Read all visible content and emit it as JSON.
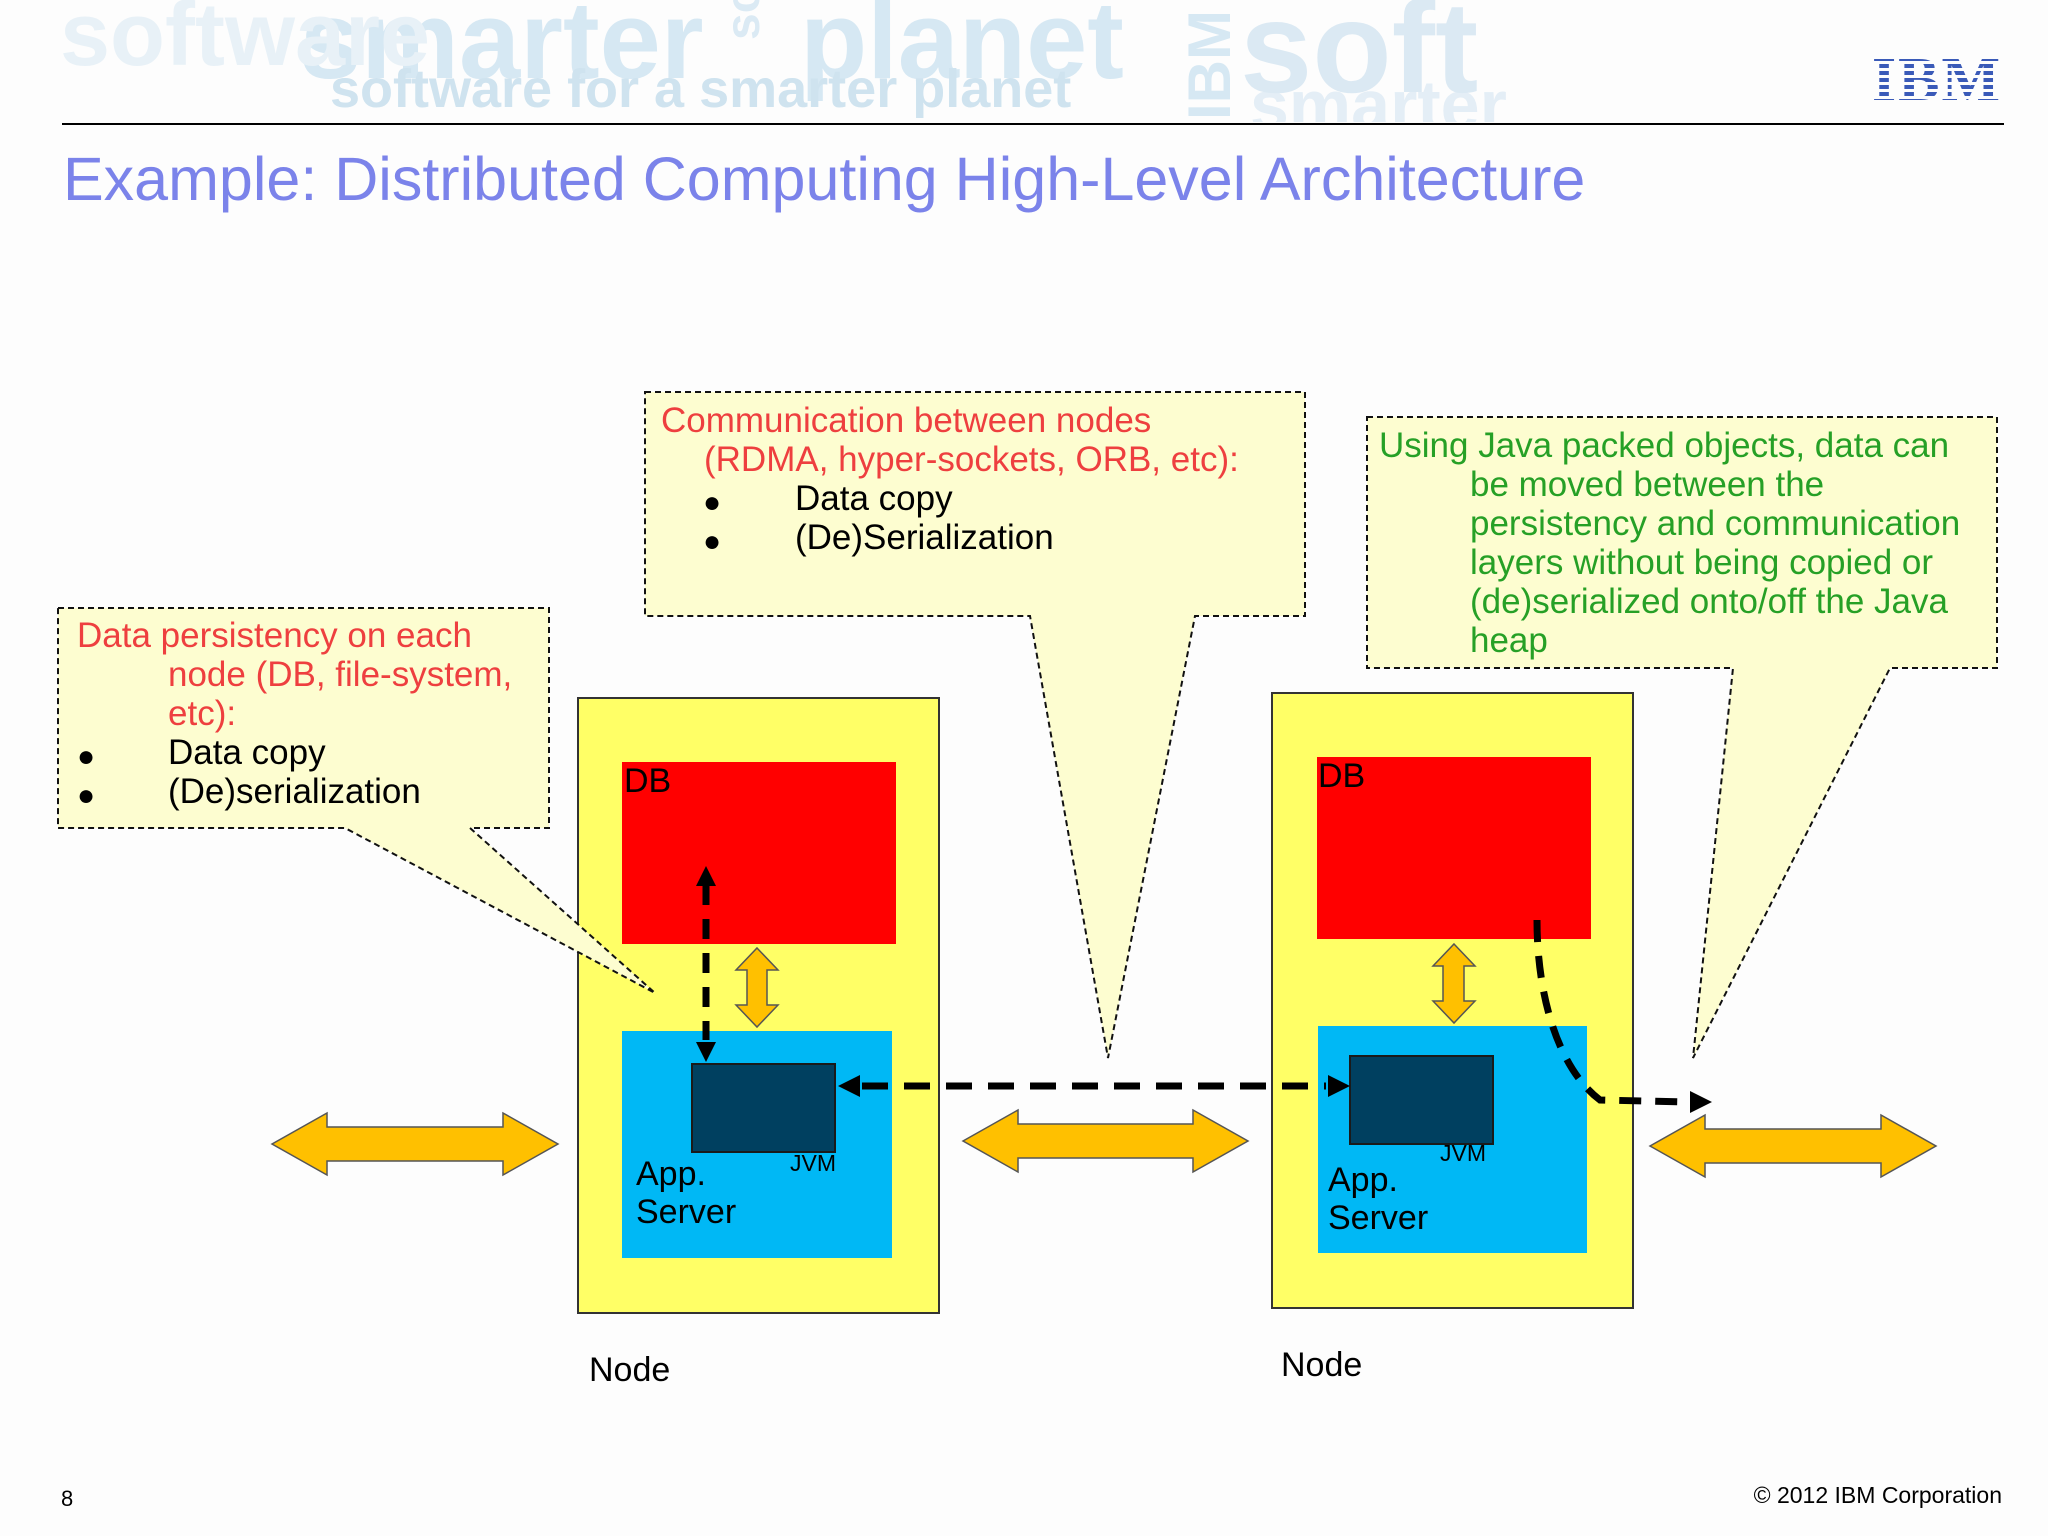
{
  "header": {
    "watermark_words": [
      "smarter",
      "planet",
      "software for a smarter planet",
      "soft",
      "IBM",
      "smarter",
      "software",
      "soft"
    ],
    "logo": "IBM"
  },
  "title": "Example: Distributed Computing High-Level Architecture",
  "callouts": {
    "persistency": {
      "line1": "Data persistency on each",
      "line2": "node (DB, file-system,",
      "line3": "etc):",
      "bullets": [
        "Data copy",
        "(De)serialization"
      ]
    },
    "communication": {
      "line1": "Communication between nodes",
      "line2": "(RDMA, hyper-sockets, ORB, etc):",
      "bullets": [
        "Data copy",
        "(De)Serialization"
      ]
    },
    "packed": {
      "lines": [
        "Using Java packed objects, data can",
        "be moved between the",
        "persistency and communication",
        "layers without being copied or",
        "(de)serialized onto/off the Java",
        "heap"
      ]
    }
  },
  "nodes": [
    {
      "db_label": "DB",
      "app_label_1": "App.",
      "app_label_2": "Server",
      "jvm_label": "JVM",
      "node_label": "Node"
    },
    {
      "db_label": "DB",
      "app_label_1": "App.",
      "app_label_2": "Server",
      "jvm_label": "JVM",
      "node_label": "Node"
    }
  ],
  "footer": {
    "page_number": "8",
    "copyright": "© 2012 IBM Corporation"
  },
  "colors": {
    "title": "#7b83ea",
    "callout_fill": "#fdfdd0",
    "node_fill": "#ffff66",
    "db_fill": "#ff0000",
    "app_fill": "#00b8f5",
    "jvm_fill": "#004060",
    "arrow_fill": "#ffc000",
    "red_text": "#ee3f3f",
    "green_text": "#26a026"
  }
}
